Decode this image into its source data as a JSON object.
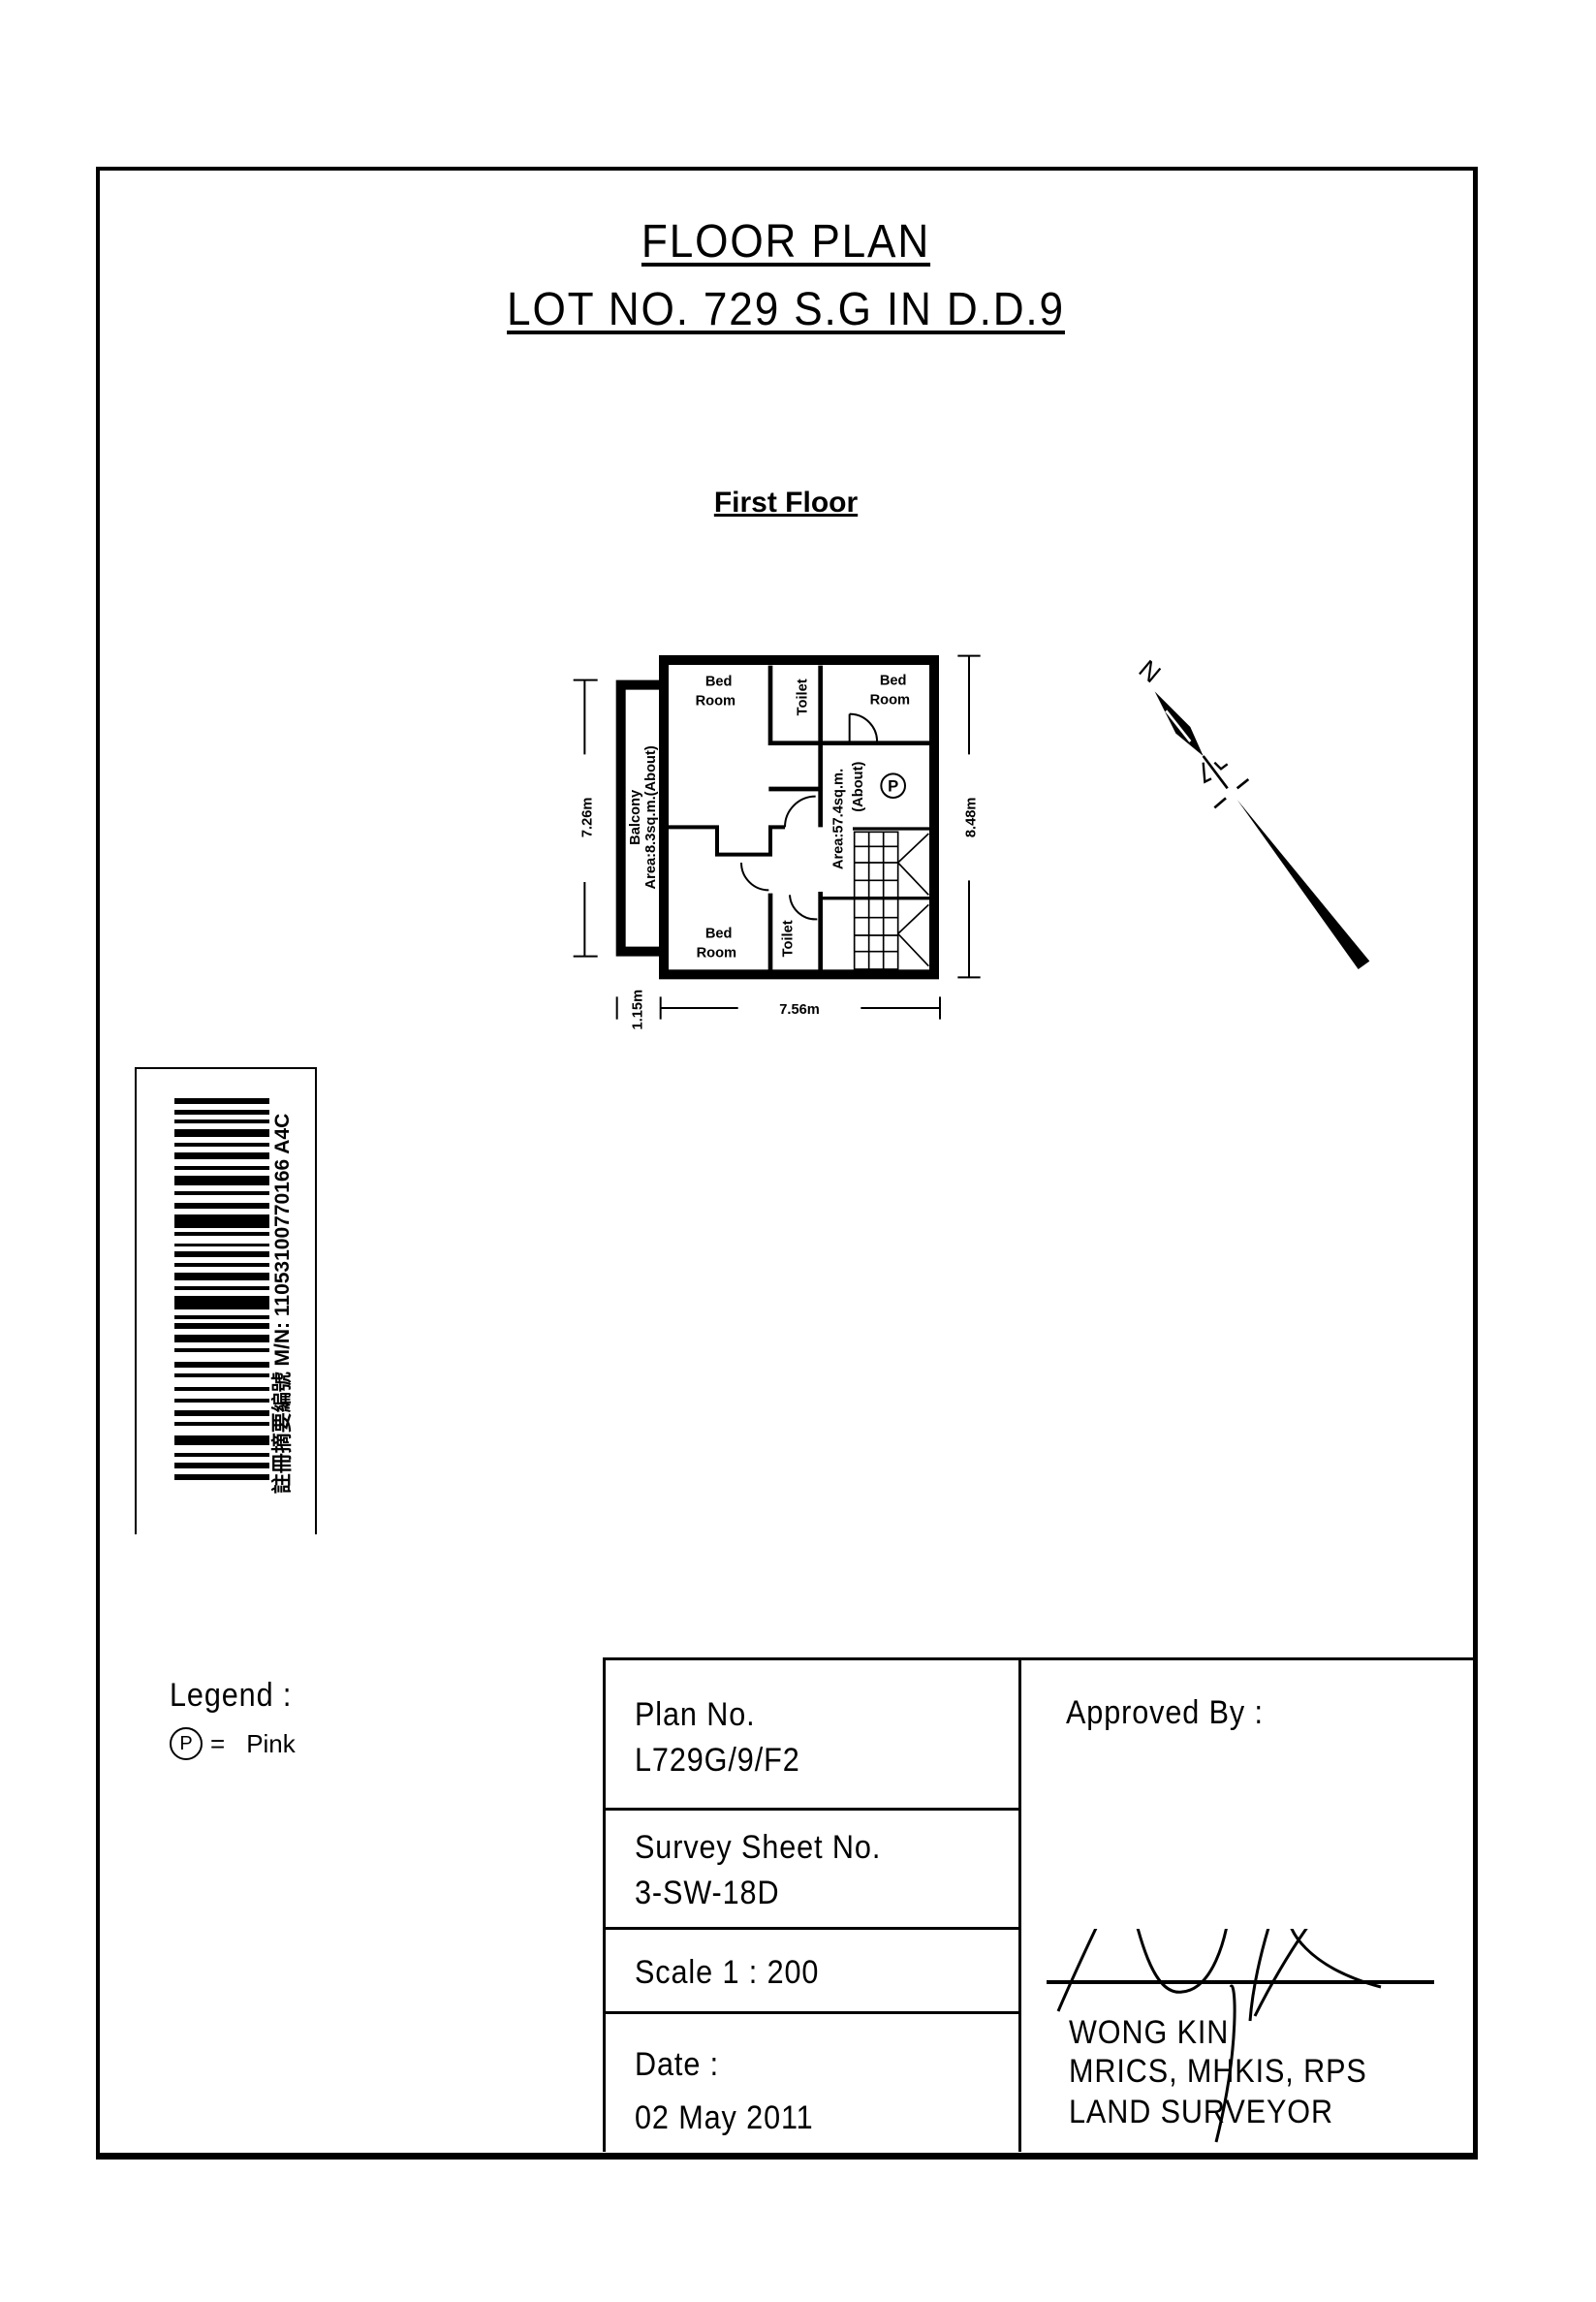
{
  "title": {
    "line1": "FLOOR PLAN",
    "line2": "LOT NO. 729 S.G IN D.D.9"
  },
  "floor_label": "First Floor",
  "plan": {
    "rooms": [
      "Bed Room",
      "Toilet",
      "Bed Room",
      "Bed Room",
      "Toilet"
    ],
    "bed_word": "Bed",
    "room_word": "Room",
    "toilet": "Toilet",
    "balcony_label": "Balcony",
    "balcony_area": "Area:8.3sq.m.(About)",
    "main_area": "Area:57.4sq.m.",
    "main_area_about": "(About)",
    "pink_marker": "P",
    "dim_left": "7.26m",
    "dim_right": "8.48m",
    "dim_bottom": "7.56m",
    "dim_balcony": "1.15m"
  },
  "compass": {
    "north_label": "N"
  },
  "barcode": {
    "text": "註冊摘要編號 M/N: 11053100770166  A4C"
  },
  "legend": {
    "title": "Legend :",
    "marker": "P",
    "equals": "=",
    "meaning": "Pink"
  },
  "title_block": {
    "plan_no_label": "Plan No.",
    "plan_no": "L729G/9/F2",
    "survey_sheet_label": "Survey Sheet No.",
    "survey_sheet": "3-SW-18D",
    "scale": "Scale 1 : 200",
    "date_label": "Date :",
    "date": "02 May 2011",
    "approved_label": "Approved By :",
    "surveyor_name": "WONG KIN",
    "surveyor_quals": "MRICS, MHKIS, RPS",
    "surveyor_title": "LAND SURVEYOR"
  }
}
